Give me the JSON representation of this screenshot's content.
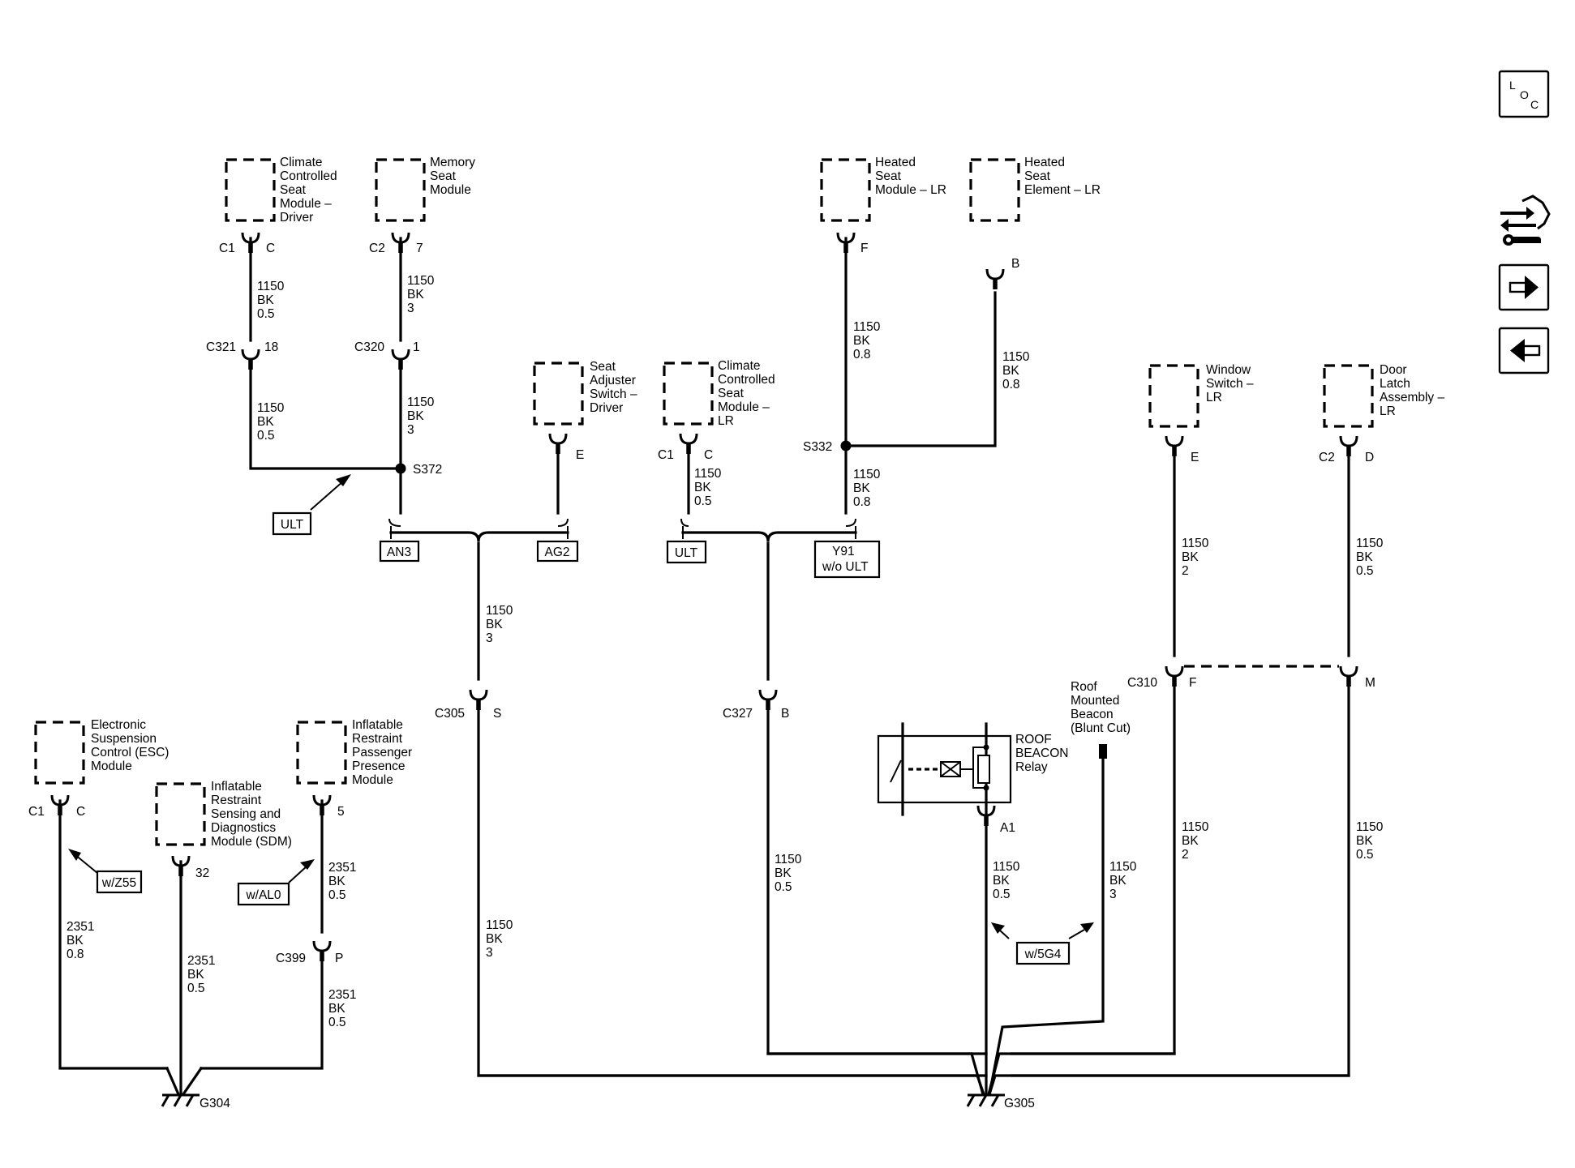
{
  "modules": {
    "climate_driver": [
      "Climate",
      "Controlled",
      "Seat",
      "Module –",
      "Driver"
    ],
    "memory_seat": [
      "Memory",
      "Seat",
      "Module"
    ],
    "heated_seat_module": [
      "Heated",
      "Seat",
      "Module – LR"
    ],
    "heated_seat_element": [
      "Heated",
      "Seat",
      "Element – LR"
    ],
    "seat_adjuster": [
      "Seat",
      "Adjuster",
      "Switch –",
      "Driver"
    ],
    "climate_lr": [
      "Climate",
      "Controlled",
      "Seat",
      "Module –",
      "LR"
    ],
    "window_switch": [
      "Window",
      "Switch –",
      "LR"
    ],
    "door_latch": [
      "Door",
      "Latch",
      "Assembly –",
      "LR"
    ],
    "esc": [
      "Electronic",
      "Suspension",
      "Control (ESC)",
      "Module"
    ],
    "sdm": [
      "Inflatable",
      "Restraint",
      "Sensing and",
      "Diagnostics",
      "Module (SDM)"
    ],
    "passenger_presence": [
      "Inflatable",
      "Restraint",
      "Passenger",
      "Presence",
      "Module"
    ],
    "roof_beacon": [
      "Roof",
      "Mounted",
      "Beacon",
      "(Blunt Cut)"
    ],
    "roof_relay": [
      "ROOF",
      "BEACON",
      "Relay"
    ]
  },
  "connectors": {
    "c1_climate": "C1",
    "c1_climate_pin": "C",
    "c2_memory": "C2",
    "c2_memory_pin": "7",
    "c321": "C321",
    "c321_pin": "18",
    "c320": "C320",
    "c320_pin": "1",
    "s372": "S372",
    "seat_adj_pin": "E",
    "c1_climate_lr": "C1",
    "c1_climate_lr_pin": "C",
    "heated_module_pin": "F",
    "heated_element_pin": "B",
    "s332": "S332",
    "window_pin": "E",
    "c2_door": "C2",
    "door_pin": "D",
    "c305": "C305",
    "c305_pin": "S",
    "c327": "C327",
    "c327_pin": "B",
    "c310": "C310",
    "c310_pin_f": "F",
    "c310_pin_m": "M",
    "relay_pin": "A1",
    "c1_esc": "C1",
    "esc_pin": "C",
    "sdm_pin": "32",
    "passenger_pin": "5",
    "c399": "C399",
    "c399_pin": "P",
    "g304": "G304",
    "g305": "G305"
  },
  "wires": {
    "w1": [
      "1150",
      "BK",
      "0.5"
    ],
    "w2": [
      "1150",
      "BK",
      "3"
    ],
    "w3": [
      "1150",
      "BK",
      "0.5"
    ],
    "w4": [
      "1150",
      "BK",
      "3"
    ],
    "w5": [
      "1150",
      "BK",
      "0.8"
    ],
    "w6": [
      "1150",
      "BK",
      "0.8"
    ],
    "w7": [
      "1150",
      "BK",
      "0.5"
    ],
    "w8": [
      "1150",
      "BK",
      "0.8"
    ],
    "w9": [
      "1150",
      "BK",
      "3"
    ],
    "w10": [
      "1150",
      "BK",
      "2"
    ],
    "w11": [
      "1150",
      "BK",
      "0.5"
    ],
    "w12": [
      "1150",
      "BK",
      "3"
    ],
    "w13": [
      "1150",
      "BK",
      "0.5"
    ],
    "w14": [
      "1150",
      "BK",
      "0.5"
    ],
    "w15": [
      "1150",
      "BK",
      "3"
    ],
    "w16": [
      "1150",
      "BK",
      "2"
    ],
    "w17": [
      "1150",
      "BK",
      "0.5"
    ],
    "w18": [
      "2351",
      "BK",
      "0.8"
    ],
    "w19": [
      "2351",
      "BK",
      "0.5"
    ],
    "w20": [
      "2351",
      "BK",
      "0.5"
    ],
    "w21": [
      "2351",
      "BK",
      "0.5"
    ]
  },
  "options": {
    "ult_callout": "ULT",
    "an3": "AN3",
    "ag2": "AG2",
    "ult_branch": "ULT",
    "y91": [
      "Y91",
      "w/o ULT"
    ],
    "w5g4": "w/5G4",
    "wz55": "w/Z55",
    "wal0": "w/AL0"
  },
  "nav": {
    "loc_letters": [
      "L",
      "O",
      "C"
    ]
  }
}
